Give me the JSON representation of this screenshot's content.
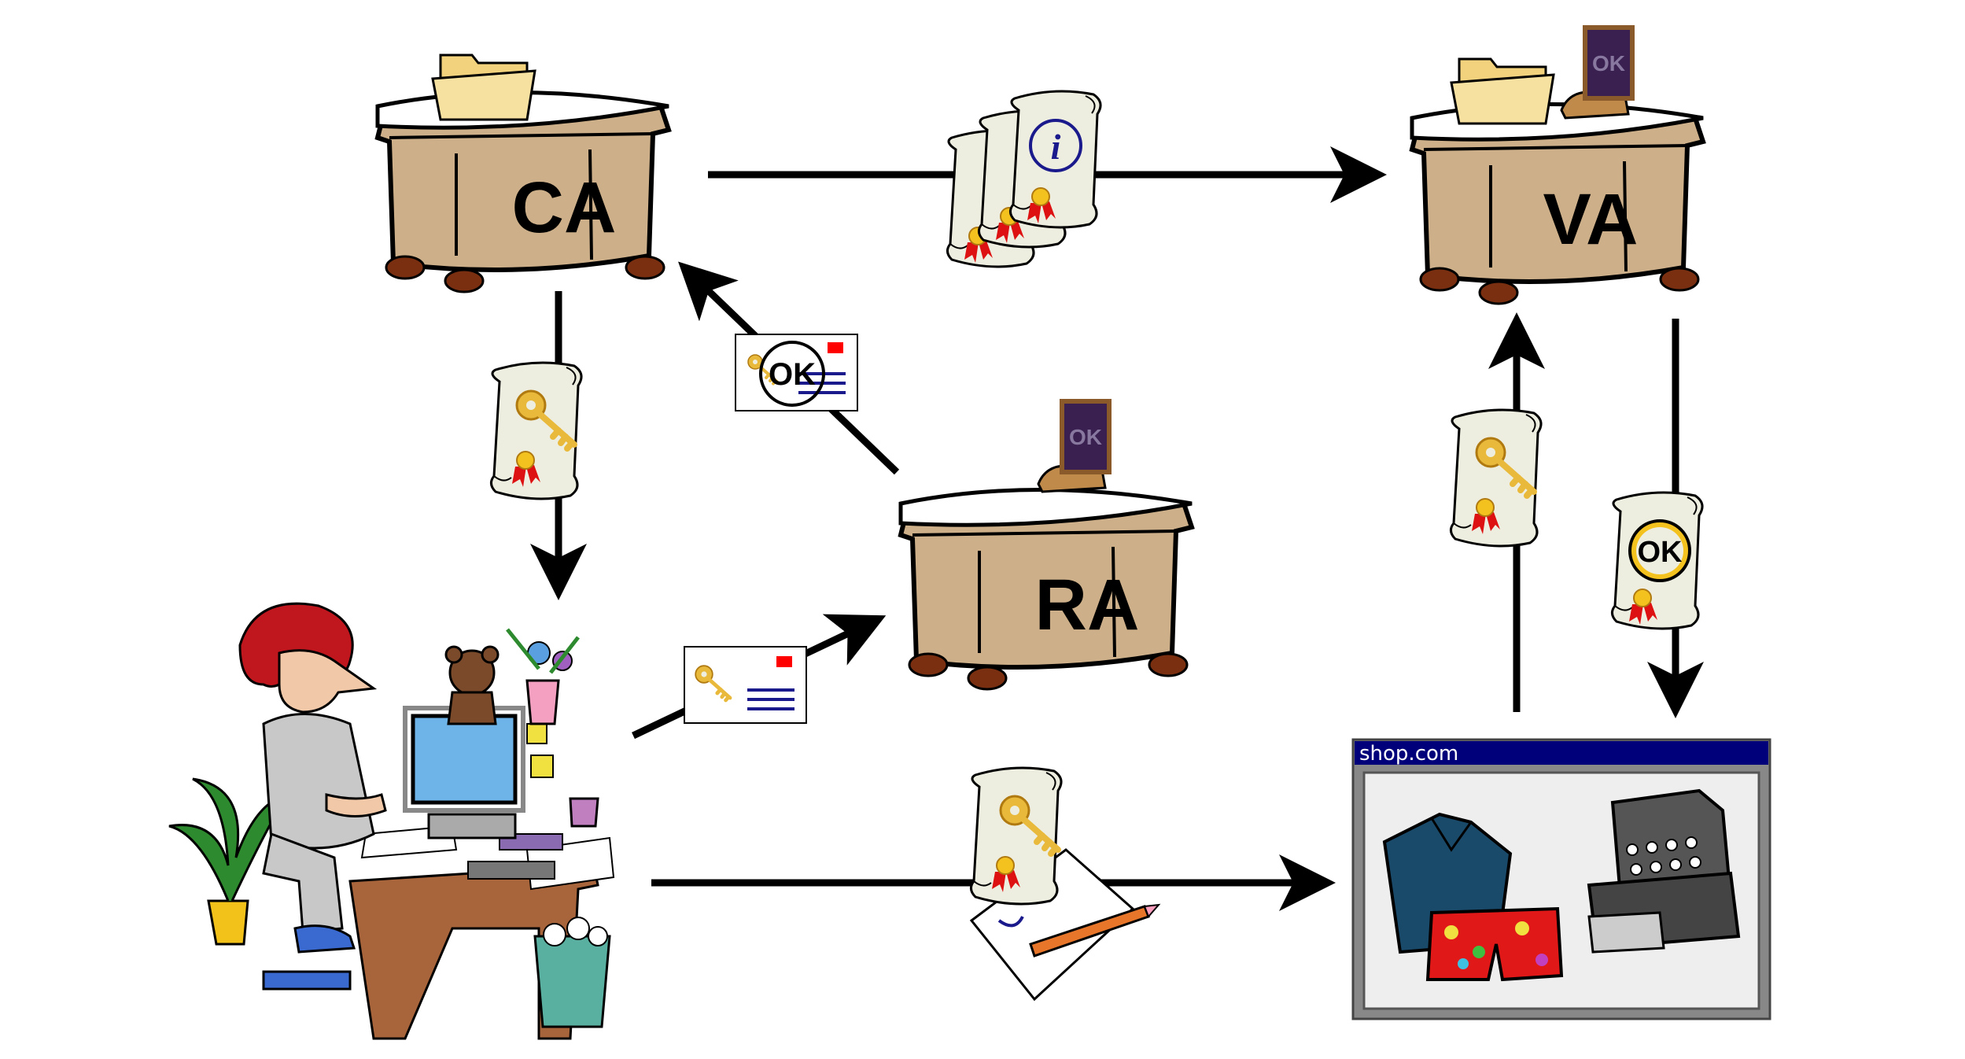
{
  "nodes": {
    "ca": {
      "label": "CA"
    },
    "va": {
      "label": "VA"
    },
    "ra": {
      "label": "RA"
    }
  },
  "stamps": {
    "ra_request_ok": "OK",
    "va_response_ok": "OK",
    "va_desk_stamp": "OK",
    "ra_desk_stamp": "OK"
  },
  "shop_window": {
    "title": "shop.com"
  },
  "colors": {
    "desk": "#cdb089",
    "desk_outline": "#000000",
    "window_titlebar": "#00007a",
    "arrow": "#000000",
    "key_gold": "#e8b93a",
    "envelope_red": "#ff0000"
  }
}
